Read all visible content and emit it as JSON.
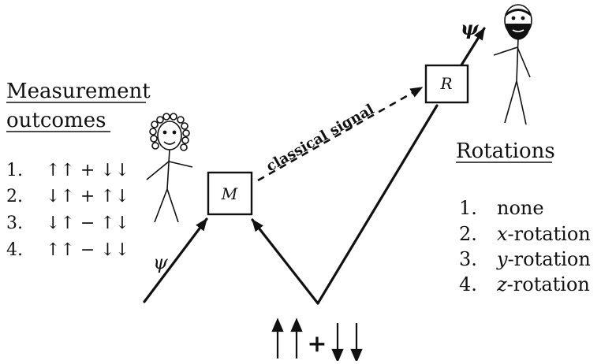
{
  "left_panel": {
    "heading_line1": "Measurement",
    "heading_line2": "outcomes",
    "items": [
      {
        "number": "1.",
        "state": "↑↑ + ↓↓"
      },
      {
        "number": "2.",
        "state": "↓↑ + ↑↓"
      },
      {
        "number": "3.",
        "state": "↓↑ − ↑↓"
      },
      {
        "number": "4.",
        "state": "↑↑ − ↓↓"
      }
    ]
  },
  "right_panel": {
    "heading": "Rotations",
    "items": [
      {
        "number": "1.",
        "prefix": "",
        "text": "none"
      },
      {
        "number": "2.",
        "prefix": "x",
        "text": "-rotation"
      },
      {
        "number": "3.",
        "prefix": "y",
        "text": "-rotation"
      },
      {
        "number": "4.",
        "prefix": "z",
        "text": "-rotation"
      }
    ]
  },
  "diagram": {
    "measure_box_label": "M",
    "rotate_box_label": "R",
    "psi_input_label": "ψ",
    "psi_output_label": "ψ",
    "signal_label": "classical signal",
    "entangled_plus": "+"
  },
  "colors": {
    "ink": "#111111",
    "background": "#ffffff"
  },
  "icons": {
    "sender": "stick-figure-curly-hair-icon",
    "receiver": "stick-figure-bearded-icon"
  }
}
